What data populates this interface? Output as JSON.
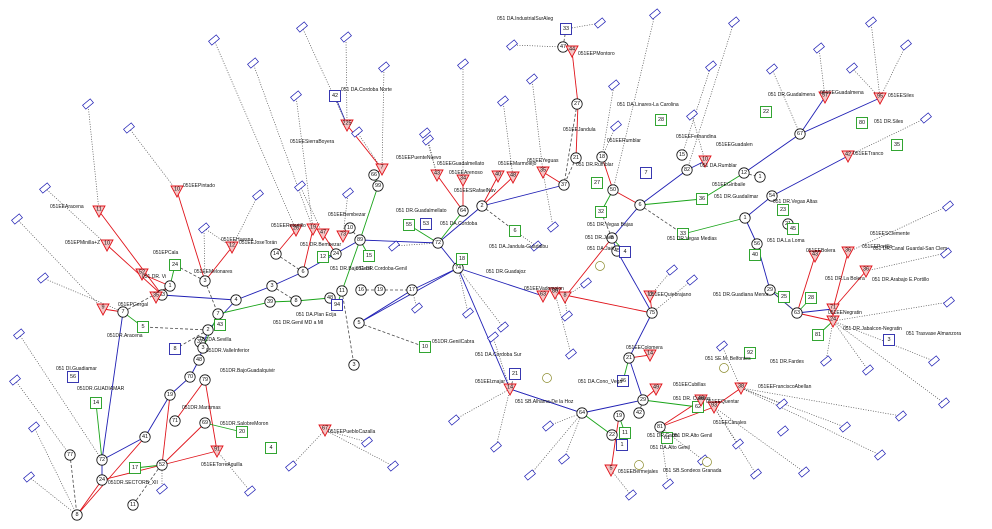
{
  "colors": {
    "red": "#e0141b",
    "blue": "#1f1fb4",
    "green": "#19a419",
    "gray": "#4a4a4a",
    "triangle_fill": "#f5c5c5",
    "square_blue": "#2323a8",
    "square_green": "#1c9c1c",
    "olive": "#8a8a2a"
  },
  "labels": [
    {
      "id": "l1",
      "text": "051 DA.IndustrialSurAleg"
    },
    {
      "id": "l2",
      "text": "051EEPMontoro"
    },
    {
      "id": "l3",
      "text": "051 DA.Cordoba Norte"
    },
    {
      "id": "l4",
      "text": "051EESierraBoyera"
    },
    {
      "id": "l5",
      "text": "051EEPuenteNuevo"
    },
    {
      "id": "l6",
      "text": "051 DA.Linares-La Carolina"
    },
    {
      "id": "l7",
      "text": "051EEJandula"
    },
    {
      "id": "l8",
      "text": "051EERumblar"
    },
    {
      "id": "l9",
      "text": "051EEFernandina"
    },
    {
      "id": "l10",
      "text": "051EEGuadalen"
    },
    {
      "id": "l11",
      "text": "051 DR.Guadalmena"
    },
    {
      "id": "l12",
      "text": "051EEGuadalmena"
    },
    {
      "id": "l13",
      "text": "051EESiles"
    },
    {
      "id": "l14",
      "text": "051 DR.Siles"
    },
    {
      "id": "l15",
      "text": "051EETranco"
    },
    {
      "id": "l16",
      "text": "051 DA.Rumblar"
    },
    {
      "id": "l17",
      "text": "051 DR.Rumblar"
    },
    {
      "id": "l18",
      "text": "051EEGiribaile"
    },
    {
      "id": "l19",
      "text": "051 DR.Guadalimar"
    },
    {
      "id": "l20",
      "text": "051EEPintado"
    },
    {
      "id": "l21",
      "text": "051EEGuadalmellato"
    },
    {
      "id": "l22",
      "text": "051EEArenoso"
    },
    {
      "id": "l23",
      "text": "051EEMarmolejo"
    },
    {
      "id": "l24",
      "text": "051EEYeguas"
    },
    {
      "id": "l25",
      "text": "051EESRafaelNav"
    },
    {
      "id": "l26",
      "text": "051EEBembezar"
    },
    {
      "id": "l27",
      "text": "051EERetortillo"
    },
    {
      "id": "l28",
      "text": "051EEJoseTorán"
    },
    {
      "id": "l29",
      "text": "051EEHuesna"
    },
    {
      "id": "l30",
      "text": "051EEMelonares"
    },
    {
      "id": "l31",
      "text": "051EPCala"
    },
    {
      "id": "l32",
      "text": "051EEAracena"
    },
    {
      "id": "l33",
      "text": "051EPMinilla+Z"
    },
    {
      "id": "l34",
      "text": "051EPGergal"
    },
    {
      "id": "l35",
      "text": "051DR.Aracena"
    },
    {
      "id": "l36",
      "text": "051 DR.Guadalmellato"
    },
    {
      "id": "l37",
      "text": "051 DR.Bembezar"
    },
    {
      "id": "l38",
      "text": "051 DR.Bajo Genil"
    },
    {
      "id": "l39",
      "text": "051 DR.Cordoba-Genil"
    },
    {
      "id": "l40",
      "text": "051 DA.Plan Ecija"
    },
    {
      "id": "l41",
      "text": "051 DR.Genil MD a MI"
    },
    {
      "id": "l42",
      "text": "051 DA.Cordoba"
    },
    {
      "id": "l43",
      "text": "051 DA.Jandula-Guadalbu"
    },
    {
      "id": "l44",
      "text": "051 DR.Vegas Bajas"
    },
    {
      "id": "l45",
      "text": "051 DR.Jaén"
    },
    {
      "id": "l46",
      "text": "051 DA.Jaén"
    },
    {
      "id": "l47",
      "text": "051 DR.Vegas Medias"
    },
    {
      "id": "l48",
      "text": "051 DR.Guadajoz"
    },
    {
      "id": "l49",
      "text": "051EEVadomojon"
    },
    {
      "id": "l50",
      "text": "051EEQuiebrajano"
    },
    {
      "id": "l51",
      "text": "051 DR.Guadiana Menor"
    },
    {
      "id": "l52",
      "text": "051 DA.La Loma"
    },
    {
      "id": "l53",
      "text": "051 DR.Vegas Altas"
    },
    {
      "id": "l54",
      "text": "051EEBolera"
    },
    {
      "id": "l55",
      "text": "051EEPortillo"
    },
    {
      "id": "l56",
      "text": "051EESClemente"
    },
    {
      "id": "l57",
      "text": "051 DR.Canal Guardal-San Clem"
    },
    {
      "id": "l58",
      "text": "051 DR.Arabajo E.Portillo"
    },
    {
      "id": "l59",
      "text": "051 DR.La Bolera"
    },
    {
      "id": "l60",
      "text": "051EENegratin"
    },
    {
      "id": "l61",
      "text": "051 DR.Jabalcon-Negratin"
    },
    {
      "id": "l62",
      "text": "051 Trasvase Almanzora"
    },
    {
      "id": "l63",
      "text": "051 DR.Fardes"
    },
    {
      "id": "l64",
      "text": "051EEFranciscoAbellan"
    },
    {
      "id": "l65",
      "text": "051 SE.M. Belfontes"
    },
    {
      "id": "l66",
      "text": "051EECubillas"
    },
    {
      "id": "l67",
      "text": "051EECanales"
    },
    {
      "id": "l68",
      "text": "051EEQuentar"
    },
    {
      "id": "l69",
      "text": "051 DR. Cubillas"
    },
    {
      "id": "l70",
      "text": "051EEColomera"
    },
    {
      "id": "l71",
      "text": "051 DA.Cono_Vega"
    },
    {
      "id": "l72",
      "text": "051EEIznajar"
    },
    {
      "id": "l73",
      "text": "051 DA.Cordoba Sur"
    },
    {
      "id": "l74",
      "text": "051 SB.Alhama-De la Hoz"
    },
    {
      "id": "l75",
      "text": "051 DR.Cacin"
    },
    {
      "id": "l76",
      "text": "051 DR.Alto Genil"
    },
    {
      "id": "l77",
      "text": "051 DA.Alto Genil"
    },
    {
      "id": "l78",
      "text": "051EEBermejales"
    },
    {
      "id": "l79",
      "text": "051 SB.Sondeos Granada"
    },
    {
      "id": "l80",
      "text": "051DR.GenilCabra"
    },
    {
      "id": "l81",
      "text": "051DA.Sevilla"
    },
    {
      "id": "l82",
      "text": "051DR.ValleInferior"
    },
    {
      "id": "l83",
      "text": "051DR.BajoGuadalquivir"
    },
    {
      "id": "l84",
      "text": "051DR.Marismas"
    },
    {
      "id": "l85",
      "text": "051DR.SalobreMoron"
    },
    {
      "id": "l86",
      "text": "051EEPuebloCazalla"
    },
    {
      "id": "l87",
      "text": "051EETorreAguilla"
    },
    {
      "id": "l88",
      "text": "051DR.SECTORB_XII"
    },
    {
      "id": "l89",
      "text": "051 DI.Guadiamar"
    },
    {
      "id": "l90",
      "text": "051DR.GUADIAMAR"
    },
    {
      "id": "l91",
      "text": "051 DR. Vi"
    }
  ]
}
